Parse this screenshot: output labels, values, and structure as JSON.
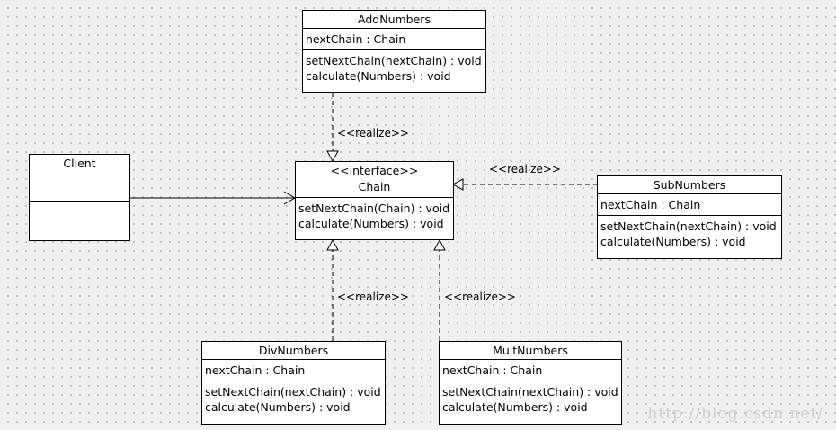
{
  "classes": {
    "add": {
      "name": "AddNumbers",
      "attributes": [
        "nextChain : Chain"
      ],
      "methods": [
        "setNextChain(nextChain) : void",
        "calculate(Numbers) : void"
      ]
    },
    "chain": {
      "stereotype": "<<interface>>",
      "name": "Chain",
      "methods": [
        "setNextChain(Chain) : void",
        "calculate(Numbers) : void"
      ]
    },
    "client": {
      "name": "Client"
    },
    "sub": {
      "name": "SubNumbers",
      "attributes": [
        "nextChain : Chain"
      ],
      "methods": [
        "setNextChain(nextChain) : void",
        "calculate(Numbers) : void"
      ]
    },
    "div": {
      "name": "DivNumbers",
      "attributes": [
        "nextChain : Chain"
      ],
      "methods": [
        "setNextChain(nextChain) : void",
        "calculate(Numbers) : void"
      ]
    },
    "mult": {
      "name": "MultNumbers",
      "attributes": [
        "nextChain : Chain"
      ],
      "methods": [
        "setNextChain(nextChain) : void",
        "calculate(Numbers) : void"
      ]
    }
  },
  "relations": {
    "add_realize": "<<realize>>",
    "sub_realize": "<<realize>>",
    "div_realize": "<<realize>>",
    "mult_realize": "<<realize>>"
  },
  "watermark": "http://blog.csdn.net/"
}
